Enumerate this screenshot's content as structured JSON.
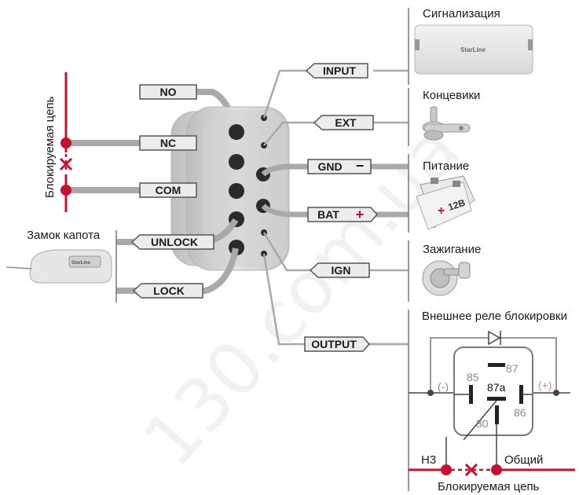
{
  "labels": {
    "no": "NO",
    "nc": "NC",
    "com": "COM",
    "unlock": "UNLOCK",
    "lock": "LOCK",
    "input": "INPUT",
    "ext": "EXT",
    "gnd": "GND",
    "gnd_sign": "−",
    "bat": "BAT",
    "bat_sign": "+",
    "ign": "IGN",
    "output": "OUTPUT"
  },
  "devices": {
    "alarm": "Сигнализация",
    "limit_switches": "Концевики",
    "power": "Питание",
    "ignition": "Зажигание",
    "external_relay": "Внешнее реле блокировки",
    "hood_lock": "Замок капота",
    "battery_plus": "+",
    "battery_voltage": "12В",
    "alarm_brand": "StarLine",
    "hood_brand": "StarLine"
  },
  "relay": {
    "pin_85": "85",
    "pin_87": "87",
    "pin_87a": "87a",
    "pin_86": "86",
    "pin_30": "30",
    "minus": "(-)",
    "plus": "(+)",
    "nc_label": "Н3",
    "common_label": "Общий",
    "blocked_circuit": "Блокируемая цепь"
  },
  "left_circuit": {
    "label": "Блокируемая цепь"
  },
  "watermark": "130.com.ua",
  "colors": {
    "red": "#c8102e",
    "wire_gray": "#a9a9a9",
    "module_gray": "#cfcfcf",
    "dark": "#2b2b2b"
  }
}
